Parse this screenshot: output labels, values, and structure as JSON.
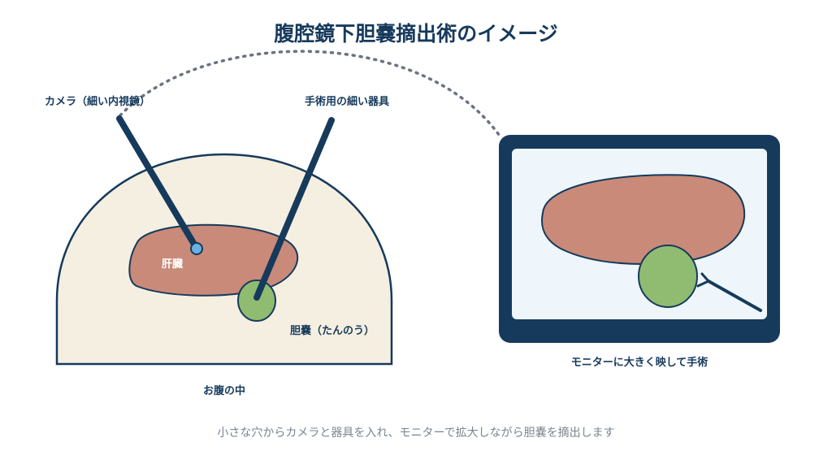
{
  "title": "腹腔鏡下胆嚢摘出術のイメージ",
  "labels": {
    "camera": "カメラ（細い内視鏡）",
    "instrument": "手術用の細い器具",
    "liver": "肝臓",
    "gallbladder": "胆嚢（たんのう）",
    "abdomen": "お腹の中",
    "monitor": "モニターに大きく映して手術"
  },
  "caption": "小さな穴からカメラと器具を入れ、モニターで拡大しながら胆嚢を摘出します",
  "colors": {
    "navy": "#163a5c",
    "abdomen_fill": "#f5efe1",
    "liver": "#c98a79",
    "gallbladder": "#8fbc71",
    "camera_tip": "#69b1e4",
    "screen": "#eef6fc",
    "dots": "#6b7280"
  }
}
